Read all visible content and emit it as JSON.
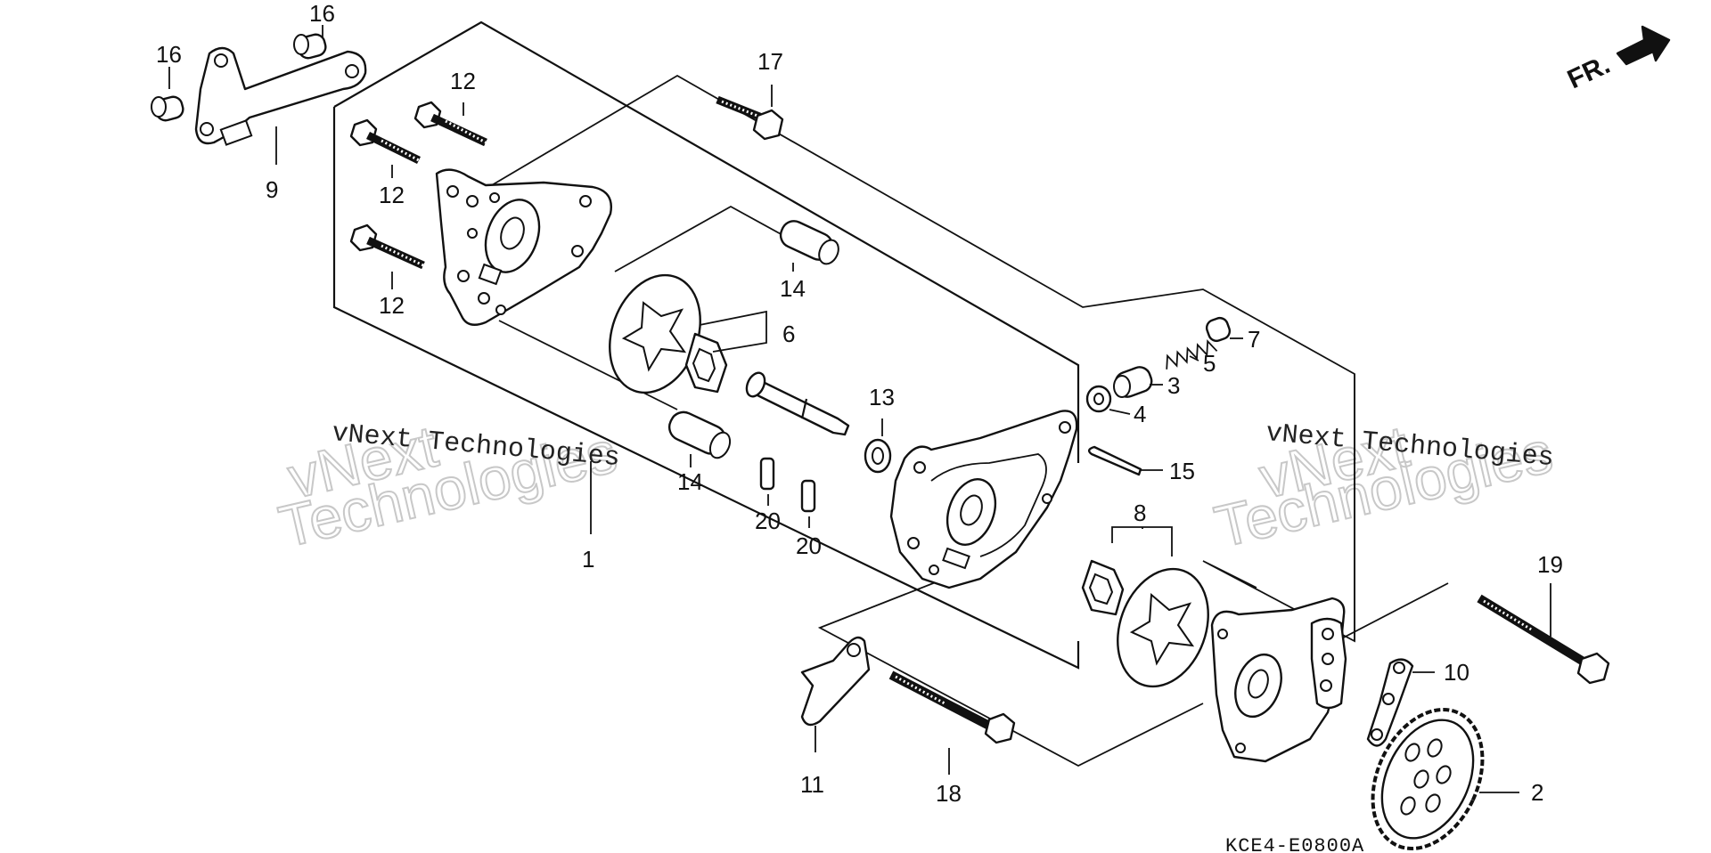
{
  "diagram": {
    "callouts": [
      "1",
      "2",
      "3",
      "4",
      "5",
      "6",
      "7",
      "8",
      "9",
      "10",
      "11",
      "12",
      "12",
      "12",
      "13",
      "14",
      "14",
      "15",
      "16",
      "16",
      "17",
      "18",
      "19",
      "20",
      "20"
    ],
    "direction_label": "FR.",
    "drawing_code": "KCE4-E0800A",
    "watermarks": [
      {
        "line1": "vNext Technologies",
        "line2a": "vNext",
        "line2b": "Technologies"
      },
      {
        "line1": "vNext Technologies",
        "line2a": "vNext",
        "line2b": "Technologies"
      }
    ]
  },
  "colors": {
    "ink": "#111111",
    "background": "#ffffff",
    "watermark_outline": "#c8c8c8"
  },
  "icons": [
    "direction-arrow-icon"
  ]
}
